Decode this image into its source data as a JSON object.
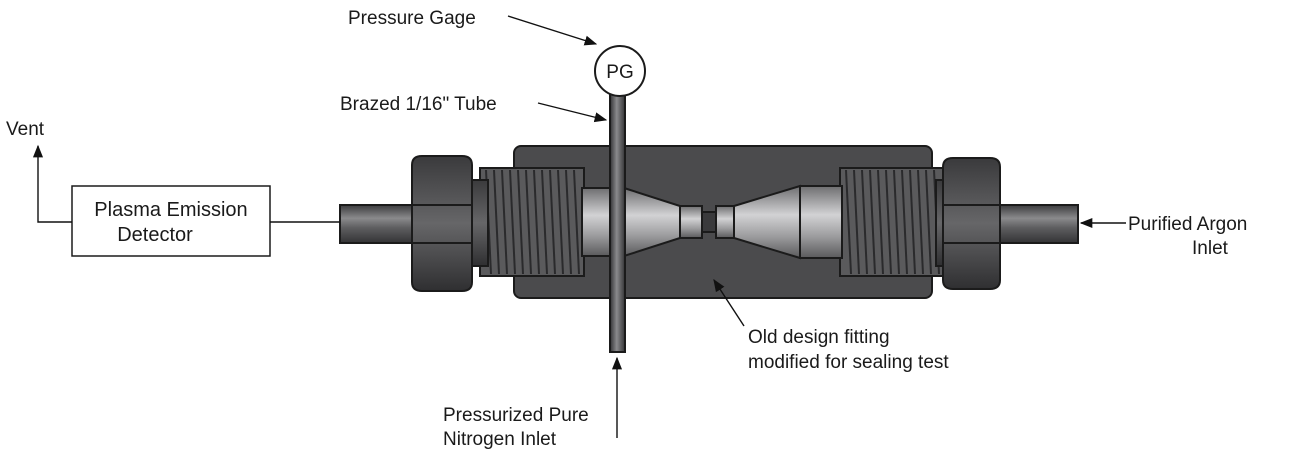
{
  "labels": {
    "vent": "Vent",
    "pressure_gage": "Pressure Gage",
    "pg": "PG",
    "brazed_tube": "Brazed 1/16\" Tube",
    "detector_line1": "Plasma Emission",
    "detector_line2": "Detector",
    "argon_line1": "Purified Argon",
    "argon_line2": "Inlet",
    "fitting_line1": "Old design fitting",
    "fitting_line2": "modified for sealing test",
    "nitrogen_line1": "Pressurized Pure",
    "nitrogen_line2": "Nitrogen Inlet"
  },
  "colors": {
    "body": "#4b4b4d",
    "nut": "#4a4a4c",
    "tube": "#5b5b5d",
    "thread": "#6a6a6c",
    "insert": "#9a9a9c",
    "outline": "#1b1b1b"
  }
}
